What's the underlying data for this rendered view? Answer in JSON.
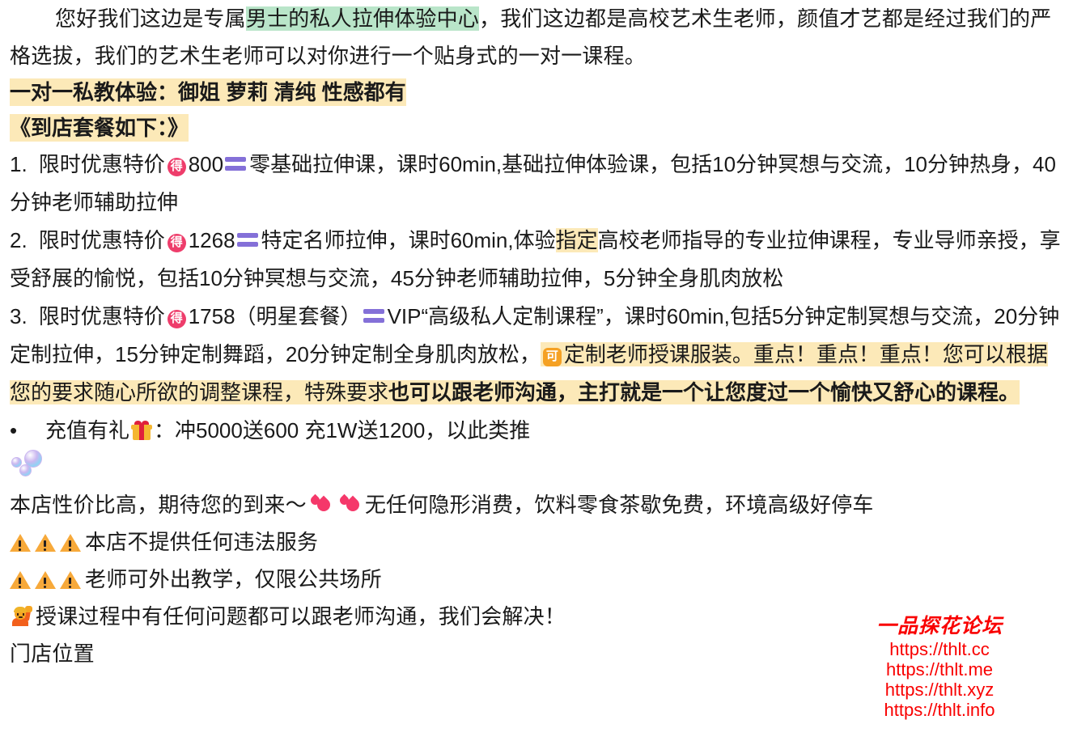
{
  "document": {
    "intro": {
      "before_highlight": "您好我们这边是专属",
      "highlight_green": "男士的私人拉伸体验中心",
      "after_highlight": "，我们这边都是高校艺术生老师，颜值才艺都是经过我们的严格选拔，我们的艺术生老师可以对你进行一个贴身式的一对一课程。"
    },
    "headings": [
      "一对一私教体验：御姐 萝莉 清纯 性感都有",
      "《到店套餐如下：》"
    ],
    "packages": [
      {
        "number": "1.",
        "label": "限时优惠特价",
        "badge": "得",
        "price": "800",
        "title": "零基础拉伸课",
        "detail": "，课时60min,基础拉伸体验课，包括10分钟冥想与交流，10分钟热身，40分钟老师辅助拉伸"
      },
      {
        "number": "2.",
        "label": "限时优惠特价",
        "badge": "得",
        "price": "1268",
        "title": "特定名师拉伸",
        "detail_before": "，课时60min,体验",
        "detail_highlight": "指定",
        "detail_after": "高校老师指导的专业拉伸课程，专业导师亲授，享受舒展的愉悦，包括10分钟冥想与交流，45分钟老师辅助拉伸，5分钟全身肌肉放松"
      },
      {
        "number": "3.",
        "label": "限时优惠特价",
        "badge": "得",
        "price": "1758",
        "price_note": "（明星套餐）",
        "title": "VIP“高级私人定制课程”",
        "detail_part1": "，课时60min,包括5分钟定制冥想与交流，20分钟定制拉伸，15分钟定制舞蹈，20分钟定制全身肌肉放松，",
        "badge_ke": "可",
        "detail_part2": "定制老师授课服装。重点！重点！重点！您可以根据您的要求随心所欲的调整课程，特殊要求",
        "detail_bold": "也可以跟老师沟通，主打就是一个让您度过一个愉快又舒心的课程。"
      }
    ],
    "recharge": {
      "label": "充值有礼",
      "gift_icon": "gift-emoji",
      "text": "：冲5000送600 充1W送1200，以此类推"
    },
    "bubbles_icon": "bubbles-emoji",
    "closing": {
      "before_hearts": "本店性价比高，期待您的到来～",
      "heart_icon": "revolving-hearts-emoji",
      "after_hearts": "无任何隐形消费，饮料零食茶歇免费，环境高级好停车"
    },
    "notices": [
      {
        "icons": "warning-emoji",
        "icon_count": 3,
        "text": "本店不提供任何违法服务"
      },
      {
        "icons": "warning-emoji",
        "icon_count": 3,
        "text": "老师可外出教学，仅限公共场所"
      }
    ],
    "support": {
      "icon": "person-raising-hand-emoji",
      "text": "授课过程中有任何问题都可以跟老师沟通，我们会解决！"
    },
    "location_label": "门店位置"
  },
  "watermark": {
    "title": "一品探花论坛",
    "urls": [
      "https://thlt.cc",
      "https://thlt.me",
      "https://thlt.xyz",
      "https://thlt.info"
    ]
  },
  "colors": {
    "highlight_yellow": "#fce9b8",
    "highlight_green": "#b9e5c9",
    "badge_pink": "#ee3d6b",
    "badge_orange": "#f5a124",
    "equals_purple": "#8470d8",
    "watermark_red": "#f90000",
    "text": "#1a1a1a"
  }
}
